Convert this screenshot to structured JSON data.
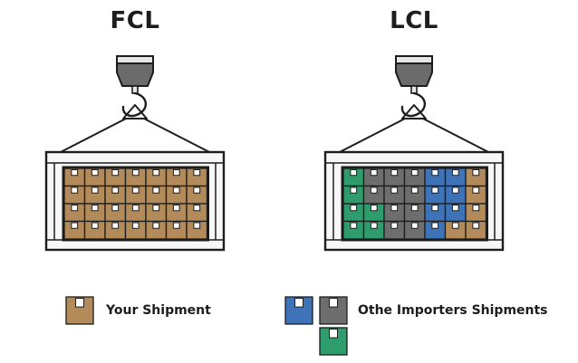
{
  "fcl": {
    "title": "FCL",
    "grid": [
      [
        "tan",
        "tan",
        "tan",
        "tan",
        "tan",
        "tan",
        "tan"
      ],
      [
        "tan",
        "tan",
        "tan",
        "tan",
        "tan",
        "tan",
        "tan"
      ],
      [
        "tan",
        "tan",
        "tan",
        "tan",
        "tan",
        "tan",
        "tan"
      ],
      [
        "tan",
        "tan",
        "tan",
        "tan",
        "tan",
        "tan",
        "tan"
      ]
    ]
  },
  "lcl": {
    "title": "LCL",
    "grid": [
      [
        "green",
        "gray",
        "gray",
        "gray",
        "blue",
        "blue",
        "tan"
      ],
      [
        "green",
        "gray",
        "gray",
        "gray",
        "blue",
        "blue",
        "tan"
      ],
      [
        "green",
        "green",
        "gray",
        "gray",
        "blue",
        "blue",
        "tan"
      ],
      [
        "green",
        "green",
        "gray",
        "gray",
        "blue",
        "tan",
        "tan"
      ]
    ]
  },
  "legend": {
    "your_shipment": "Your Shipment",
    "other_shipments": "Othe Importers Shipments"
  },
  "colors": {
    "tan": "#b38a5a",
    "green": "#2e9c6c",
    "gray": "#6e6e6e",
    "blue": "#3f73b8",
    "outline": "#1d1d1d",
    "container_fill": "#f7f7f7",
    "hook_cap": "#6b6b6b"
  }
}
